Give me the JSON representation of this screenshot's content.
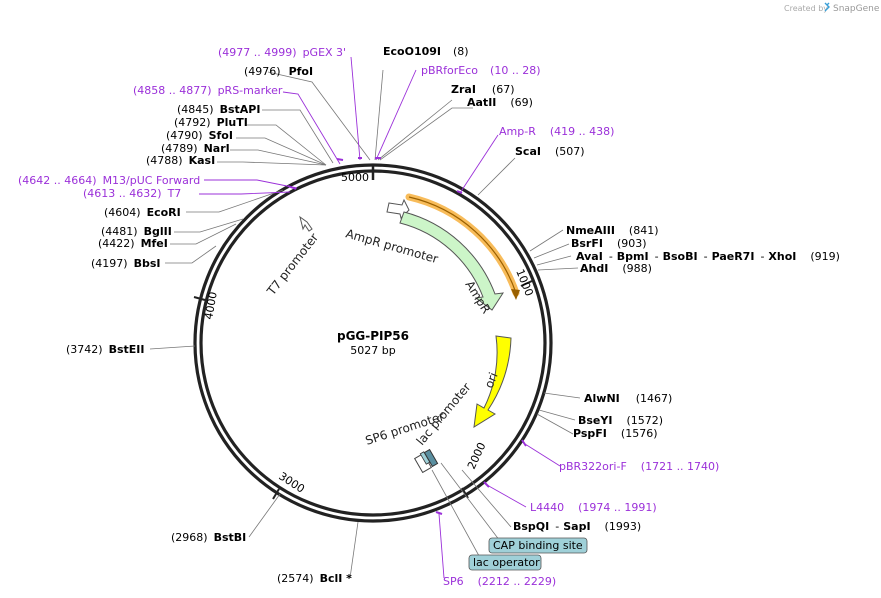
{
  "header": {
    "created_by": "Created by",
    "brand": "SnapGene"
  },
  "plasmid": {
    "name": "pGG-PIP56",
    "size": "5027 bp",
    "length_bp": 5027
  },
  "ticks": [
    "1000",
    "2000",
    "3000",
    "4000"
  ],
  "enzymes": {
    "ecoo109i": {
      "name": "EcoO109I",
      "pos": "(8)"
    },
    "pfoi": {
      "name": "PfoI",
      "pos": "(4976)"
    },
    "zrai": {
      "name": "ZraI",
      "pos": "(67)"
    },
    "aatii": {
      "name": "AatII",
      "pos": "(69)"
    },
    "scai": {
      "name": "ScaI",
      "pos": "(507)"
    },
    "bstapi": {
      "name": "BstAPI",
      "pos": "(4845)"
    },
    "pluti": {
      "name": "PluTI",
      "pos": "(4792)"
    },
    "sfoi": {
      "name": "SfoI",
      "pos": "(4790)"
    },
    "nari": {
      "name": "NarI",
      "pos": "(4789)"
    },
    "kasi": {
      "name": "KasI",
      "pos": "(4788)"
    },
    "ecori": {
      "name": "EcoRI",
      "pos": "(4604)"
    },
    "bglii": {
      "name": "BglII",
      "pos": "(4481)"
    },
    "mfei": {
      "name": "MfeI",
      "pos": "(4422)"
    },
    "bbsi": {
      "name": "BbsI",
      "pos": "(4197)"
    },
    "nmeaiii": {
      "name": "NmeAIII",
      "pos": "(841)"
    },
    "bsrfi": {
      "name": "BsrFI",
      "pos": "(903)"
    },
    "ava_group": {
      "names": [
        "AvaI",
        "BpmI",
        "BsoBI",
        "PaeR7I",
        "XhoI"
      ],
      "pos": "(919)"
    },
    "ahdi": {
      "name": "AhdI",
      "pos": "(988)"
    },
    "bsteii": {
      "name": "BstEII",
      "pos": "(3742)"
    },
    "alwni": {
      "name": "AlwNI",
      "pos": "(1467)"
    },
    "bseyi": {
      "name": "BseYI",
      "pos": "(1572)"
    },
    "pspfi": {
      "name": "PspFI",
      "pos": "(1576)"
    },
    "bspqi_sapi": {
      "names": [
        "BspQI",
        "SapI"
      ],
      "pos": "(1993)"
    },
    "bstbi": {
      "name": "BstBI",
      "pos": "(2968)"
    },
    "bcli": {
      "name": "BclI *",
      "pos": "(2574)"
    }
  },
  "primers": {
    "pgex3": {
      "range": "(4977 .. 4999)",
      "name": "pGEX 3'"
    },
    "pbrforeco": {
      "name": "pBRforEco",
      "range": "(10 .. 28)"
    },
    "prsmarker": {
      "range": "(4858 .. 4877)",
      "name": "pRS-marker"
    },
    "ampr_primer": {
      "name": "Amp-R",
      "range": "(419 .. 438)"
    },
    "m13puc": {
      "range": "(4642 .. 4664)",
      "name": "M13/pUC Forward"
    },
    "t7": {
      "range": "(4613 .. 4632)",
      "name": "T7"
    },
    "pbr322ori": {
      "name": "pBR322ori-F",
      "range": "(1721 .. 1740)"
    },
    "l4440": {
      "name": "L4440",
      "range": "(1974 .. 1991)"
    },
    "sp6": {
      "name": "SP6",
      "range": "(2212 .. 2229)"
    }
  },
  "features": {
    "ampr_promoter": "AmpR promoter",
    "ampr": "AmpR",
    "ori": "ori",
    "t7_promoter": "T7 promoter",
    "sp6_promoter": "SP6 promoter",
    "lac_promoter": "lac promoter",
    "cap_binding_site": "CAP binding site",
    "lac_operator": "lac operator"
  },
  "colors": {
    "primer": "#9b30d9",
    "ampr_fill": "#ccf5c8",
    "ampr_promoter_fill": "#ffffff",
    "ori_fill": "#ffff00",
    "orange_highlight": "#f5a623",
    "box_fill": "#9fd0d8"
  }
}
